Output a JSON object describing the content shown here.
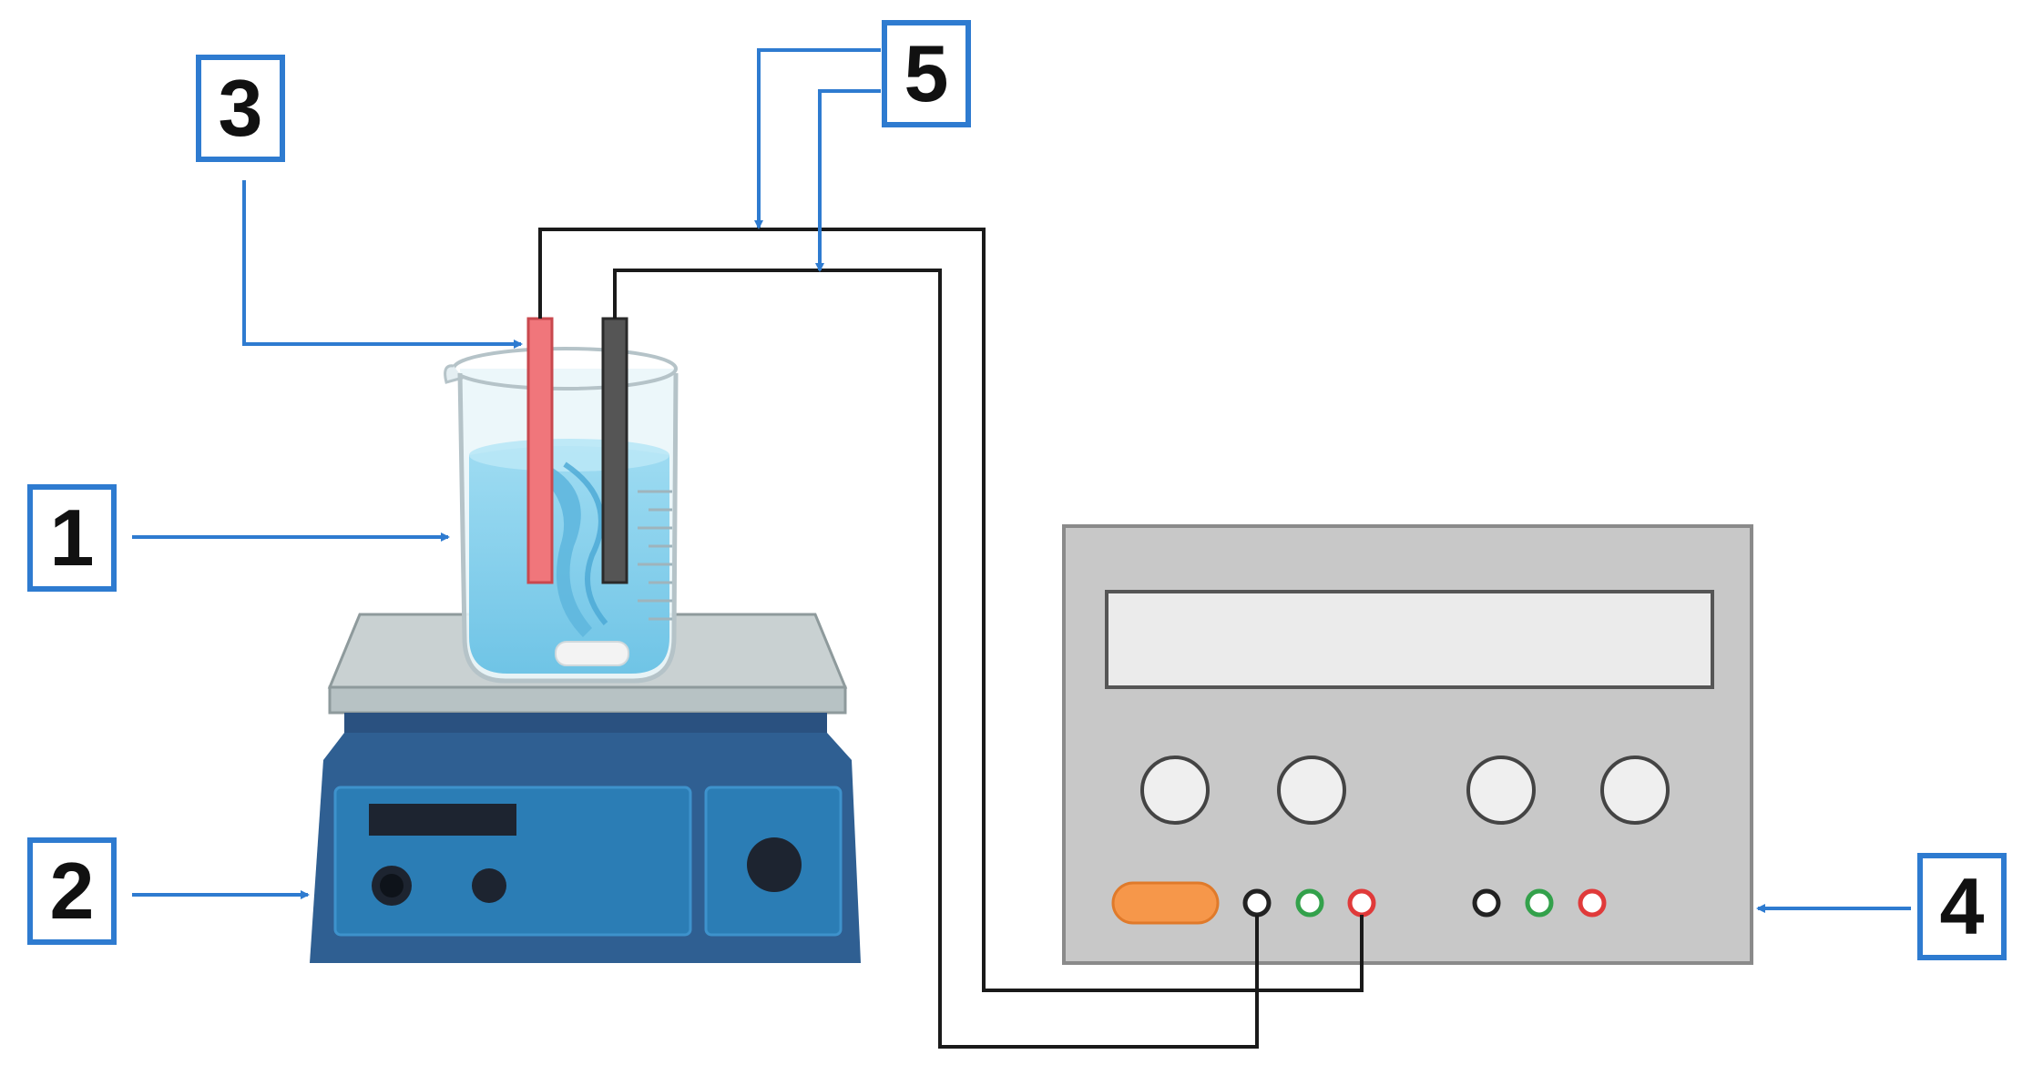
{
  "labels": [
    "1",
    "2",
    "3",
    "4",
    "5"
  ],
  "colors": {
    "callout": "#2E7BD0",
    "wire": "#1a1a1a",
    "anode": "#F0767B",
    "cathode": "#555555",
    "water": "#8FD3EC",
    "stirrer_body": "#2F5F92",
    "power_supply": "#C8C8C8",
    "knob_orange": "#F6974A"
  },
  "icons": [
    "beaker-icon",
    "magnetic-stirrer-icon",
    "electrode-icon",
    "power-supply-icon",
    "wire-icon"
  ]
}
